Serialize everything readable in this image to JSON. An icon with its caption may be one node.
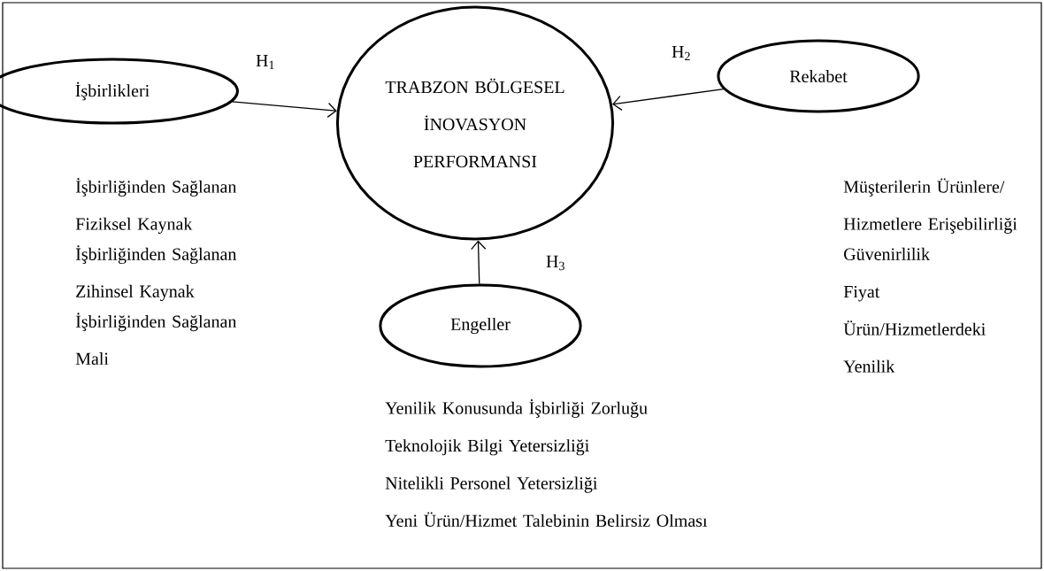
{
  "diagram": {
    "nodes": [
      {
        "text": [
          "İşbirlikleri"
        ],
        "beside": [
          "İşbirliğinden Sağlanan Fiziksel Kaynak",
          "İşbirliğinden Sağlanan Zihinsel Kaynak",
          "İşbirliğinden Sağlanan Mali"
        ]
      },
      {
        "text": [
          "TRABZON BÖLGESEL İNOVASYON PERFORMANSI"
        ]
      },
      {
        "text": [
          "Rekabet"
        ],
        "beside": [
          "Müşterilerin Ürünlere/ Hizmetlere Erişebilirliği",
          "Güvenirlilik",
          "Fiyat",
          "Ürün/Hizmetlerdeki Yenilik"
        ]
      },
      {
        "text": [
          "Engeller"
        ],
        "beside": [
          "Yenilik Konusunda İşbirliği Zorluğu",
          "Teknolojik Bilgi Yetersizliği",
          "Nitelikli Personel Yetersizliği",
          "Yeni Ürün/Hizmet Talebinin Belirsiz Olması"
        ]
      }
    ],
    "edges": [
      {
        "from": 0,
        "to": 1,
        "arrow": "to",
        "label": "H$_{1}$"
      },
      {
        "from": 2,
        "to": 1,
        "arrow": "to",
        "label": "H$_{2}$"
      },
      {
        "from": 3,
        "to": 1,
        "arrow": "to",
        "label": "H$_{3}$"
      }
    ]
  }
}
